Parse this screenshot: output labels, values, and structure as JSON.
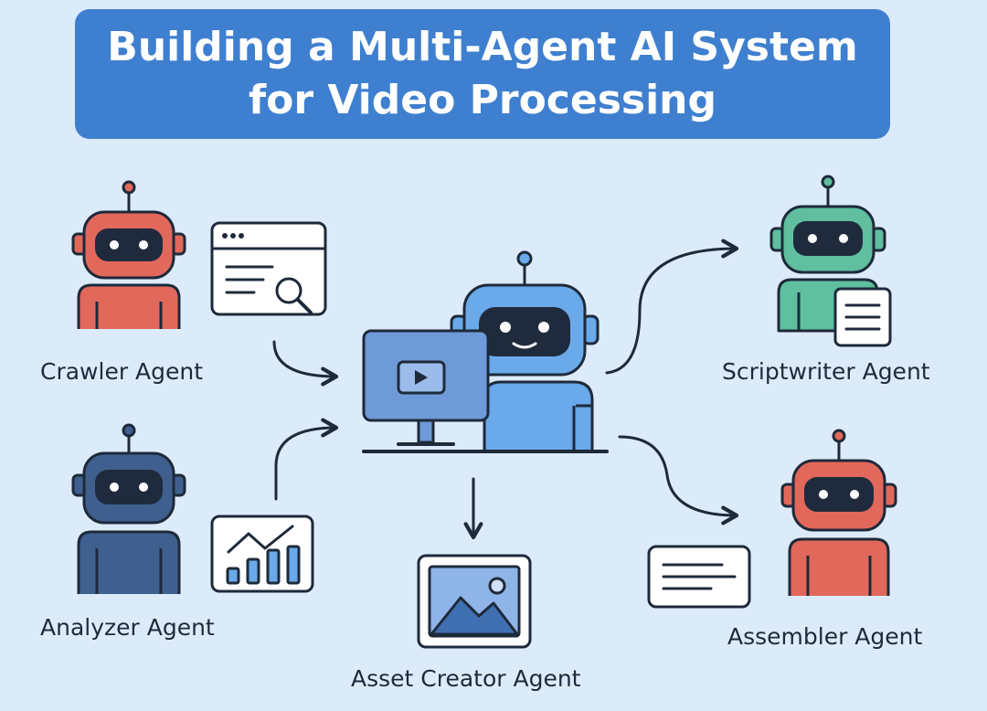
{
  "title": {
    "line1": "Building a Multi-Agent AI System",
    "line2": "for Video Processing"
  },
  "agents": {
    "crawler": "Crawler Agent",
    "analyzer": "Analyzer Agent",
    "asset_creator": "Asset Creator Agent",
    "scriptwriter": "Scriptwriter Agent",
    "assembler": "Assembler Agent"
  },
  "colors": {
    "background": "#dcebfa",
    "banner": "#3f7fcf",
    "outline": "#1e2a3a",
    "red_robot": "#e2685c",
    "navy_robot": "#3f5f8f",
    "green_robot": "#5fbf9f",
    "blue_robot": "#6aa9ea",
    "monitor": "#6f9ad8"
  },
  "icons": {
    "crawler_tool": "browser-search-icon",
    "analyzer_tool": "bar-chart-icon",
    "asset_tool": "image-frame-icon",
    "scriptwriter_tool": "document-icon",
    "assembler_tool": "text-card-icon",
    "central": "robot-with-video-monitor-icon"
  }
}
